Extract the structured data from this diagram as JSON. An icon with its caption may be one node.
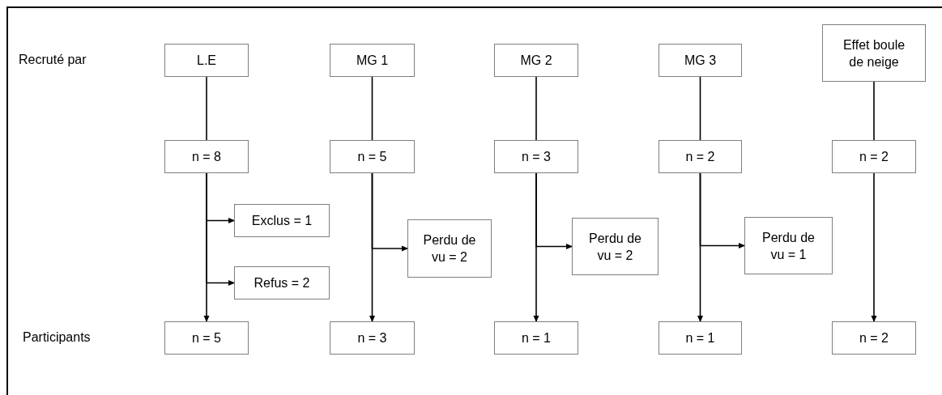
{
  "diagram": {
    "nodes": [
      {
        "text": [
          "L.E"
        ]
      },
      {
        "text": [
          "MG 1"
        ]
      },
      {
        "text": [
          "MG 2"
        ]
      },
      {
        "text": [
          "MG 3"
        ]
      },
      {
        "text": [
          "Effet boule de neige"
        ]
      },
      {
        "text": [
          "n = 8"
        ]
      },
      {
        "text": [
          "n = 5"
        ]
      },
      {
        "text": [
          "n = 3"
        ]
      },
      {
        "text": [
          "n = 2"
        ]
      },
      {
        "text": [
          "n = 2"
        ]
      },
      {
        "text": [
          "Exclus = 1"
        ]
      },
      {
        "text": [
          "Refus = 2"
        ]
      },
      {
        "text": [
          "Perdu de vu = 2"
        ]
      },
      {
        "text": [
          "Perdu de vu = 2"
        ]
      },
      {
        "text": [
          "Perdu de vu = 1"
        ]
      },
      {
        "text": [
          "n = 5"
        ]
      },
      {
        "text": [
          "n = 3"
        ]
      },
      {
        "text": [
          "n = 1"
        ]
      },
      {
        "text": [
          "n = 1"
        ]
      },
      {
        "text": [
          "n = 2"
        ]
      }
    ],
    "edges": [
      {
        "from": 0,
        "to": 5,
        "arrow": "none"
      },
      {
        "from": 1,
        "to": 6,
        "arrow": "none"
      },
      {
        "from": 2,
        "to": 7,
        "arrow": "none"
      },
      {
        "from": 3,
        "to": 8,
        "arrow": "none"
      },
      {
        "from": 4,
        "to": 9,
        "arrow": "none"
      },
      {
        "from": 5,
        "to": 10,
        "arrow": "to"
      },
      {
        "from": 5,
        "to": 11,
        "arrow": "to"
      },
      {
        "from": 5,
        "to": 15,
        "arrow": "to"
      },
      {
        "from": 6,
        "to": 12,
        "arrow": "to"
      },
      {
        "from": 6,
        "to": 16,
        "arrow": "to"
      },
      {
        "from": 7,
        "to": 13,
        "arrow": "to"
      },
      {
        "from": 7,
        "to": 17,
        "arrow": "to"
      },
      {
        "from": 8,
        "to": 14,
        "arrow": "to"
      },
      {
        "from": 8,
        "to": 18,
        "arrow": "to"
      },
      {
        "from": 9,
        "to": 19,
        "arrow": "to"
      }
    ],
    "labels": [
      "Recruté par",
      "Participants"
    ]
  }
}
